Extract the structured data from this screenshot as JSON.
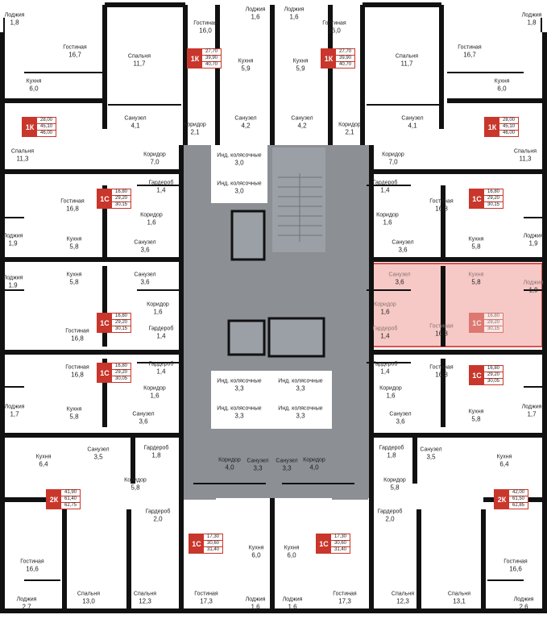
{
  "floor_plan": {
    "rooms": [
      {
        "name": "Лоджия",
        "area": "1,8"
      },
      {
        "name": "Гостиная",
        "area": "16,7"
      },
      {
        "name": "Кухня",
        "area": "6,0"
      },
      {
        "name": "Спальня",
        "area": "11,3"
      },
      {
        "name": "Спальня",
        "area": "11,7"
      },
      {
        "name": "Гостиная",
        "area": "16,0"
      },
      {
        "name": "Кухня",
        "area": "5,9"
      },
      {
        "name": "Лоджия",
        "area": "1,6"
      },
      {
        "name": "Лоджия",
        "area": "1,6"
      },
      {
        "name": "Гостиная",
        "area": "16,0"
      },
      {
        "name": "Кухня",
        "area": "5,9"
      },
      {
        "name": "Спальня",
        "area": "11,7"
      },
      {
        "name": "Гостиная",
        "area": "16,7"
      },
      {
        "name": "Лоджия",
        "area": "1,8"
      },
      {
        "name": "Кухня",
        "area": "6,0"
      },
      {
        "name": "Спальня",
        "area": "11,3"
      },
      {
        "name": "Санузел",
        "area": "4,1"
      },
      {
        "name": "Коридор",
        "area": "2,1"
      },
      {
        "name": "Санузел",
        "area": "4,2"
      },
      {
        "name": "Санузел",
        "area": "4,2"
      },
      {
        "name": "Коридор",
        "area": "2,1"
      },
      {
        "name": "Санузел",
        "area": "4,1"
      },
      {
        "name": "Коридор",
        "area": "7,0"
      },
      {
        "name": "Коридор",
        "area": "7,0"
      },
      {
        "name": "Инд. колясочные",
        "area": "3,0"
      },
      {
        "name": "Инд. колясочные",
        "area": "3,0"
      },
      {
        "name": "Гостиная",
        "area": "16,8"
      },
      {
        "name": "Гардероб",
        "area": "1,4"
      },
      {
        "name": "Коридор",
        "area": "1,6"
      },
      {
        "name": "Лоджия",
        "area": "1,9"
      },
      {
        "name": "Кухня",
        "area": "5,8"
      },
      {
        "name": "Санузел",
        "area": "3,6"
      },
      {
        "name": "Гардероб",
        "area": "1,4"
      },
      {
        "name": "Гостиная",
        "area": "16,8"
      },
      {
        "name": "Коридор",
        "area": "1,6"
      },
      {
        "name": "Санузел",
        "area": "3,6"
      },
      {
        "name": "Кухня",
        "area": "5,8"
      },
      {
        "name": "Лоджия",
        "area": "1,9"
      },
      {
        "name": "Лоджия",
        "area": "1,9"
      },
      {
        "name": "Кухня",
        "area": "5,8"
      },
      {
        "name": "Санузел",
        "area": "3,6"
      },
      {
        "name": "Коридор",
        "area": "1,6"
      },
      {
        "name": "Гостиная",
        "area": "16,8"
      },
      {
        "name": "Гардероб",
        "area": "1,4"
      },
      {
        "name": "Санузел",
        "area": "3,6"
      },
      {
        "name": "Кухня",
        "area": "5,8"
      },
      {
        "name": "Лоджия",
        "area": "1,9"
      },
      {
        "name": "Коридор",
        "area": "1,6"
      },
      {
        "name": "Гардероб",
        "area": "1,4"
      },
      {
        "name": "Гостиная",
        "area": "16,8"
      },
      {
        "name": "Гардероб",
        "area": "1,4"
      },
      {
        "name": "Гостиная",
        "area": "16,8"
      },
      {
        "name": "Коридор",
        "area": "1,6"
      },
      {
        "name": "Лоджия",
        "area": "1,7"
      },
      {
        "name": "Кухня",
        "area": "5,8"
      },
      {
        "name": "Санузел",
        "area": "3,6"
      },
      {
        "name": "Гардероб",
        "area": "1,4"
      },
      {
        "name": "Гостиная",
        "area": "16,8"
      },
      {
        "name": "Коридор",
        "area": "1,6"
      },
      {
        "name": "Санузел",
        "area": "3,6"
      },
      {
        "name": "Кухня",
        "area": "5,8"
      },
      {
        "name": "Лоджия",
        "area": "1,7"
      },
      {
        "name": "Инд. колясочные",
        "area": "3,3"
      },
      {
        "name": "Инд. колясочные",
        "area": "3,3"
      },
      {
        "name": "Инд. колясочные",
        "area": "3,3"
      },
      {
        "name": "Инд. колясочные",
        "area": "3,3"
      },
      {
        "name": "Кухня",
        "area": "6,4"
      },
      {
        "name": "Санузел",
        "area": "3,5"
      },
      {
        "name": "Гардероб",
        "area": "1,8"
      },
      {
        "name": "Коридор",
        "area": "5,8"
      },
      {
        "name": "Гардероб",
        "area": "2,0"
      },
      {
        "name": "Гостиная",
        "area": "16,6"
      },
      {
        "name": "Лоджия",
        "area": "2,7"
      },
      {
        "name": "Спальня",
        "area": "13,0"
      },
      {
        "name": "Спальня",
        "area": "12,3"
      },
      {
        "name": "Коридор",
        "area": "4,0"
      },
      {
        "name": "Санузел",
        "area": "3,3"
      },
      {
        "name": "Санузел",
        "area": "3,3"
      },
      {
        "name": "Коридор",
        "area": "4,0"
      },
      {
        "name": "Кухня",
        "area": "6,0"
      },
      {
        "name": "Кухня",
        "area": "6,0"
      },
      {
        "name": "Гостиная",
        "area": "17,3"
      },
      {
        "name": "Гостиная",
        "area": "17,3"
      },
      {
        "name": "Лоджия",
        "area": "1,6"
      },
      {
        "name": "Лоджия",
        "area": "1,6"
      },
      {
        "name": "Гардероб",
        "area": "1,8"
      },
      {
        "name": "Санузел",
        "area": "3,5"
      },
      {
        "name": "Кухня",
        "area": "6,4"
      },
      {
        "name": "Коридор",
        "area": "5,8"
      },
      {
        "name": "Гардероб",
        "area": "2,0"
      },
      {
        "name": "Спальня",
        "area": "12,3"
      },
      {
        "name": "Спальня",
        "area": "13,1"
      },
      {
        "name": "Гостиная",
        "area": "16,6"
      },
      {
        "name": "Лоджия",
        "area": "2,6"
      }
    ],
    "apartments": [
      {
        "type": "1К",
        "areas": [
          "27,70",
          "39,90",
          "40,70"
        ]
      },
      {
        "type": "1К",
        "areas": [
          "27,70",
          "39,90",
          "40,70"
        ]
      },
      {
        "type": "1К",
        "areas": [
          "28,00",
          "45,10",
          "46,00"
        ]
      },
      {
        "type": "1К",
        "areas": [
          "28,00",
          "45,10",
          "46,00"
        ]
      },
      {
        "type": "1С",
        "areas": [
          "16,80",
          "29,20",
          "30,15"
        ]
      },
      {
        "type": "1С",
        "areas": [
          "16,80",
          "29,20",
          "30,15"
        ]
      },
      {
        "type": "1С",
        "areas": [
          "16,80",
          "29,20",
          "30,15"
        ]
      },
      {
        "type": "1С",
        "areas": [
          "16,80",
          "29,20",
          "30,15"
        ]
      },
      {
        "type": "1С",
        "areas": [
          "16,80",
          "29,20",
          "30,05"
        ]
      },
      {
        "type": "1С",
        "areas": [
          "16,80",
          "29,20",
          "30,05"
        ]
      },
      {
        "type": "2К",
        "areas": [
          "41,90",
          "61,40",
          "62,75"
        ]
      },
      {
        "type": "2К",
        "areas": [
          "42,00",
          "61,50",
          "62,85"
        ]
      },
      {
        "type": "1С",
        "areas": [
          "17,30",
          "30,60",
          "31,40"
        ]
      },
      {
        "type": "1С",
        "areas": [
          "17,30",
          "30,60",
          "31,40"
        ]
      }
    ],
    "colors": {
      "wall": "#111111",
      "core": "#8c8f94",
      "accent": "#c9362b",
      "highlight": "#f6c9c6",
      "highlight_border": "#d9534f"
    }
  }
}
